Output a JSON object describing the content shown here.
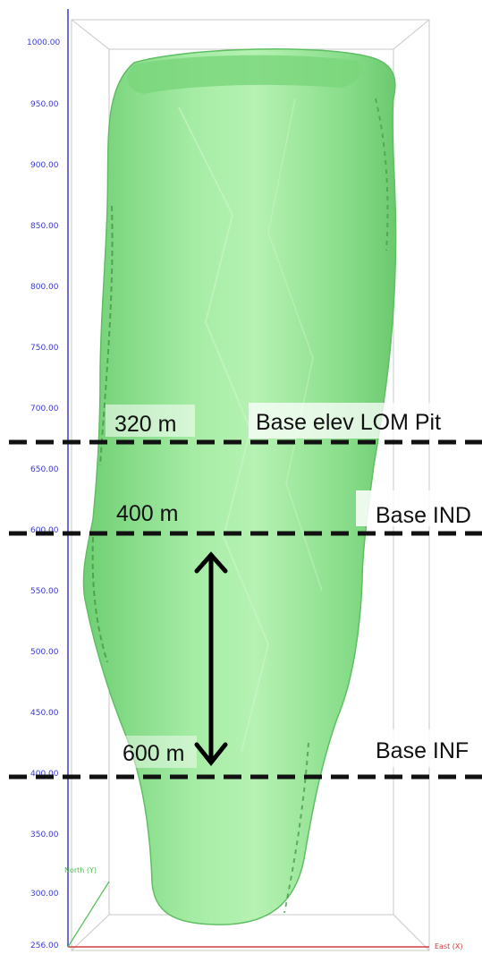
{
  "axis": {
    "ticks": [
      "1000.00",
      "950.00",
      "900.00",
      "850.00",
      "800.00",
      "750.00",
      "700.00",
      "650.00",
      "600.00",
      "550.00",
      "500.00",
      "450.00",
      "400.00",
      "350.00",
      "300.00",
      "256.00"
    ],
    "north_label": "North (Y)",
    "east_label": "East (X)"
  },
  "levels": [
    {
      "depth": "320 m",
      "name": "Base elev LOM Pit"
    },
    {
      "depth": "400 m",
      "name": "Base IND"
    },
    {
      "depth": "600 m",
      "name": "Base INF"
    }
  ],
  "colors": {
    "body_fill": "#8fe28f",
    "body_dark": "#5fbf62",
    "axis_blue": "#3b3bd6",
    "axis_red": "#d63b3b",
    "axis_green": "#4fbf4f"
  }
}
